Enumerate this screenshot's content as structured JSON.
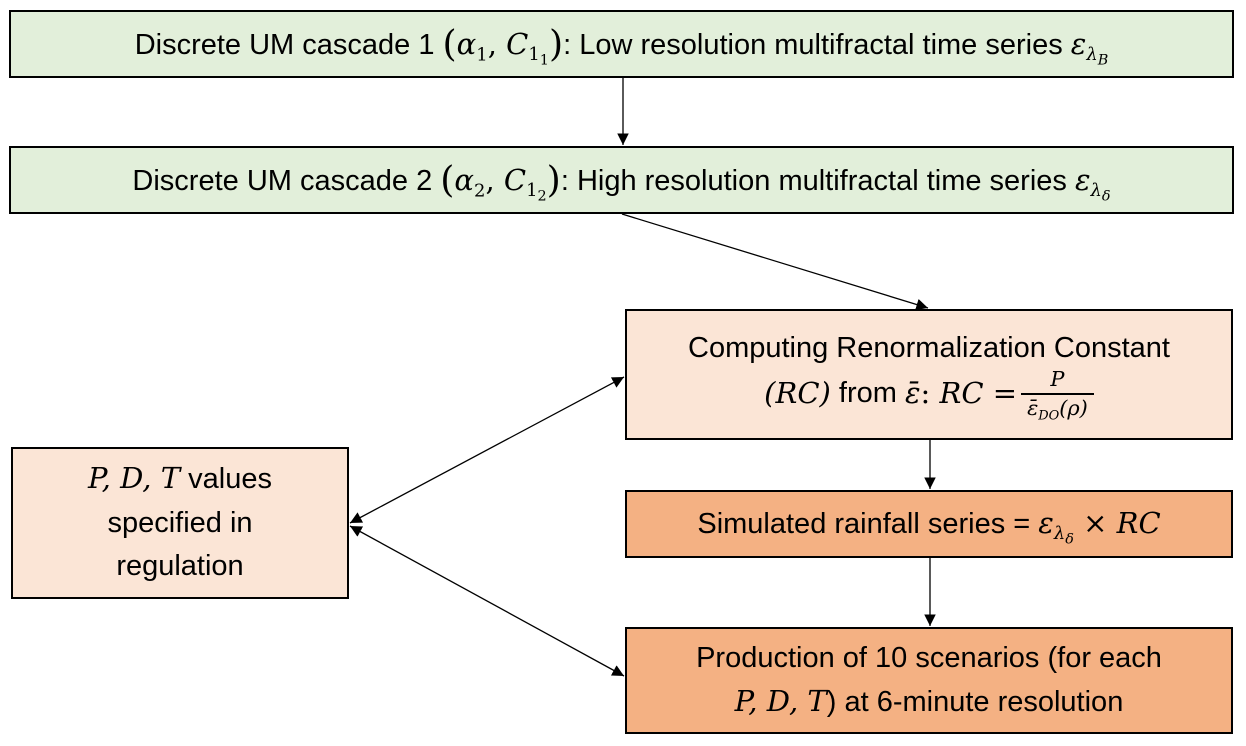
{
  "diagram": {
    "boxes": {
      "cascade1": {
        "prefix": "Discrete UM cascade 1 ",
        "alpha": "α",
        "alpha_sub": "1",
        "c": "C",
        "c_sub": "1",
        "c_subsub": "1",
        "suffix": ": Low resolution multifractal time series ",
        "eps": "ε",
        "lambda": "λ",
        "lambda_sub": "B",
        "fill": "#E2EFDA"
      },
      "cascade2": {
        "prefix": "Discrete UM cascade 2 ",
        "alpha": "α",
        "alpha_sub": "2",
        "c": "C",
        "c_sub": "1",
        "c_subsub": "2",
        "suffix": ": High resolution multifractal time series ",
        "eps": "ε",
        "lambda": "λ",
        "lambda_sub": "δ",
        "fill": "#E2EFDA"
      },
      "renormalization": {
        "line1": "Computing Renormalization Constant",
        "rc_paren": "(RC)",
        "from_text": " from ",
        "eps_bar": "ε̄",
        "colon": ": ",
        "rc_eq": "RC =",
        "numerator": "P",
        "denominator_eps": "ε̄",
        "denominator_sub": "DO",
        "denominator_arg": "(ρ)",
        "fill": "#FBE5D6"
      },
      "simulated": {
        "text": "Simulated rainfall series = ",
        "eps": "ε",
        "lambda": "λ",
        "lambda_sub": "δ",
        "times_rc": " × RC",
        "fill": "#F4B183"
      },
      "production": {
        "line1": "Production of 10 scenarios (for each",
        "pdt": "P, D, T",
        "line2_rest": ") at 6-minute resolution",
        "fill": "#F4B183"
      },
      "pdt_values": {
        "pdt": "P, D, T",
        "line1_rest": " values",
        "line2": "specified in",
        "line3": "regulation",
        "fill": "#FBE5D6"
      }
    },
    "edges": [
      {
        "from": "cascade1",
        "to": "cascade2",
        "type": "arrow"
      },
      {
        "from": "cascade2",
        "to": "renormalization",
        "type": "arrow"
      },
      {
        "from": "pdt_values",
        "to": "renormalization",
        "type": "bidirectional"
      },
      {
        "from": "renormalization",
        "to": "simulated",
        "type": "arrow"
      },
      {
        "from": "simulated",
        "to": "production",
        "type": "arrow"
      },
      {
        "from": "pdt_values",
        "to": "production",
        "type": "bidirectional"
      }
    ]
  }
}
